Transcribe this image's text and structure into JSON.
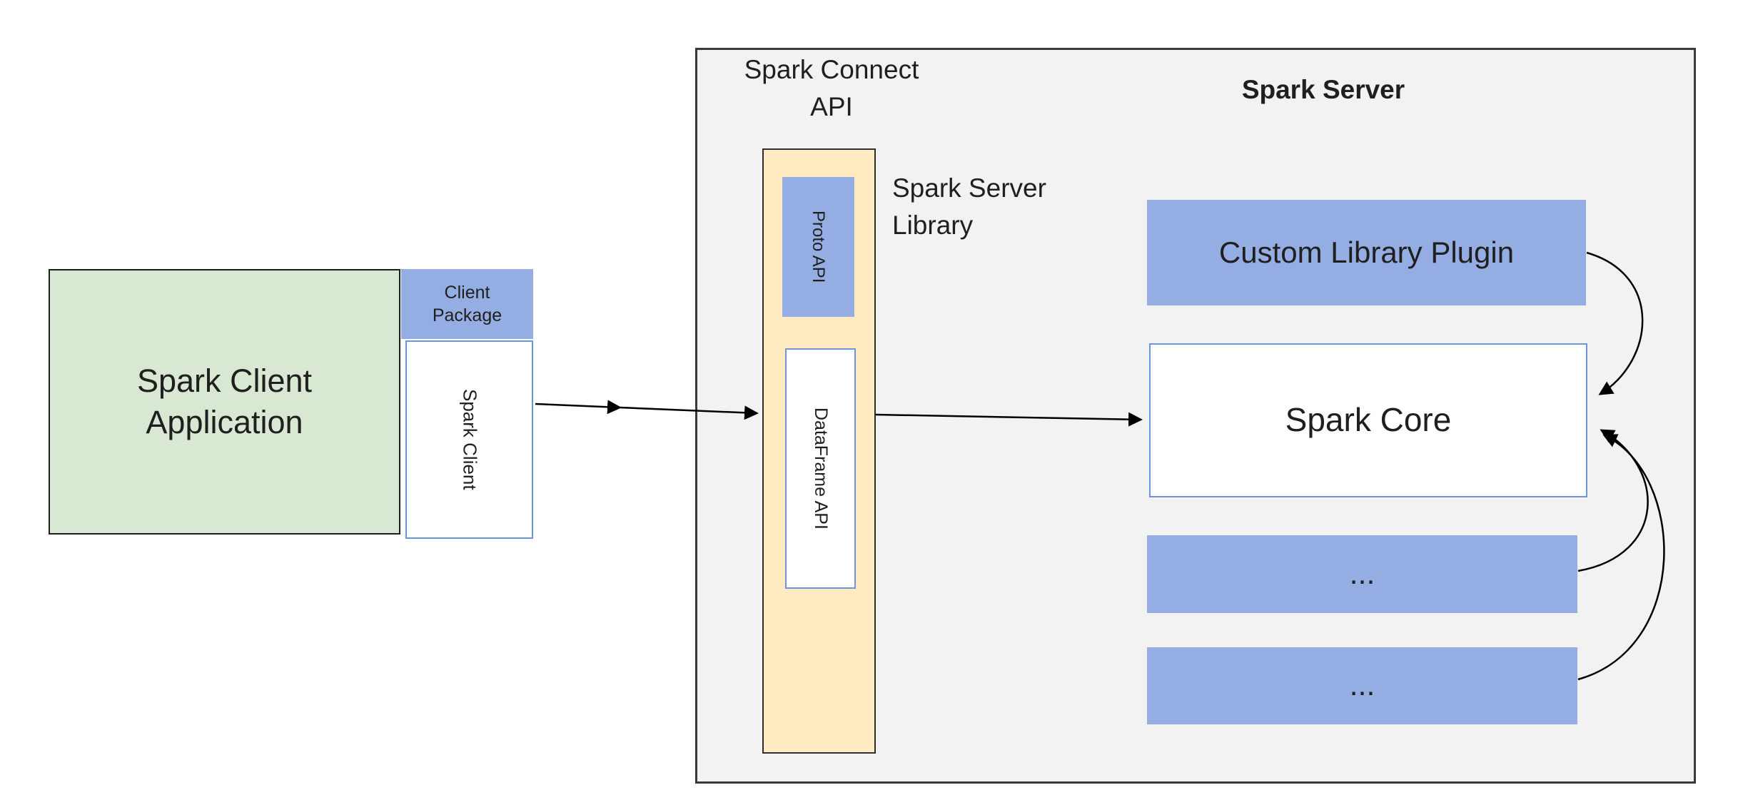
{
  "colors": {
    "blue": "#94aee3",
    "blue_border": "#6d95dd",
    "green": "#d9e8d2",
    "green_border": "#1d1d1d",
    "yellow": "#ffeac2",
    "panel": "#f2f2f2",
    "panel_border": "#3a3a3a",
    "text": "#1f1f1f",
    "arrow": "#000000"
  },
  "client": {
    "application_label": "Spark Client\nApplication",
    "package_label": "Client\nPackage",
    "spark_client_label": "Spark Client"
  },
  "connect_api": {
    "title": "Spark Connect\nAPI",
    "proto_api_label": "Proto API",
    "dataframe_api_label": "DataFrame API"
  },
  "server": {
    "title": "Spark Server",
    "library_label": "Spark Server\nLibrary",
    "custom_plugin_label": "Custom Library Plugin",
    "spark_core_label": "Spark Core",
    "module_1_label": "...",
    "module_2_label": "..."
  }
}
